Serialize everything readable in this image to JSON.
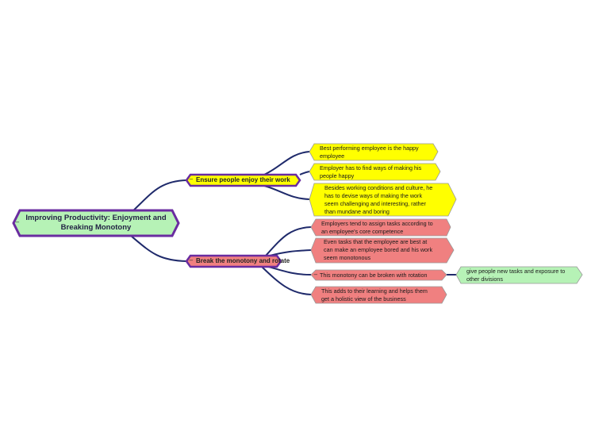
{
  "map": {
    "root": {
      "label": "Improving Productivity: Enjoyment and\nBreaking Monotony",
      "color": "#b6f2b6"
    },
    "branches": [
      {
        "label": "Ensure people enjoy their work",
        "color": "#ffff00",
        "children": [
          {
            "label": "Best performing employee is the happy\nemployee",
            "color": "#ffff00"
          },
          {
            "label": "Employer has to find ways of making his\npeople happy",
            "color": "#ffff00"
          },
          {
            "label": "Besides working conditions and culture, he\nhas to devise ways of making the work\nseem challenging and interesting, rather\nthan mundane and boring",
            "color": "#ffff00"
          }
        ]
      },
      {
        "label": "Break the monotony and rotate",
        "color": "#f08080",
        "children": [
          {
            "label": "Employers tend to assign tasks according to\nan employee's core competence",
            "color": "#f08080"
          },
          {
            "label": "Even tasks that the employee are best at\ncan make an employee bored and his work\nseem monotonous",
            "color": "#f08080"
          },
          {
            "label": "This monotony can be broken with rotation",
            "color": "#f08080",
            "children": [
              {
                "label": "give people new tasks and exposure to\nother divisions",
                "color": "#b6f2b6"
              }
            ]
          },
          {
            "label": "This adds to their learning and helps them\nget a holistic view of the business",
            "color": "#f08080"
          }
        ]
      }
    ],
    "collapse_symbol": "−",
    "colors": {
      "connector": "#1f2a6b",
      "branch_border": "#6a2ca0",
      "node_border": "#888888"
    }
  }
}
